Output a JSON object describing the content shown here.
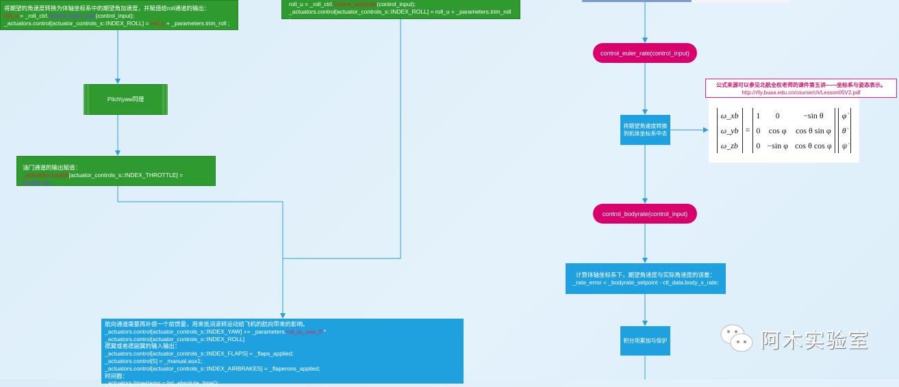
{
  "boxes": {
    "roll_assign": {
      "line1": "将期望的角速度转换为体轴坐标系中的期望角加速度，并赋值给roll通道的输出：",
      "l2a": "roll_u",
      "l2b": " = _roll_ctrl.",
      "l2c": "control_euler_rate",
      "l2d": "(control_input);",
      "l3a": "_actuators.control[actuator_controls_s::INDEX_ROLL] = ",
      "l3b": "roll_u",
      "l3c": " + _parameters.trim_roll ;"
    },
    "roll_bodyrate": {
      "l1a": "roll_u = _roll_ctrl.",
      "l1b": "control_bodyrate",
      "l1c": "(control_input);",
      "l2": "_actuators.control[actuator_controls_s::INDEX_ROLL] = roll_u + _parameters.trim_roll ;"
    },
    "pitch_yaw": {
      "label": "Pitch\\yaw同理"
    },
    "throttle": {
      "line1": "油门通道的输出赋值：",
      "l2a": "_actuators.control",
      "l2b": "[actuator_controls_s::INDEX_THROTTLE] = ",
      "l2c": "throttle_sp"
    },
    "yaw_ff": {
      "line1": "航向通道需要再补偿一个前馈量，用来抵消滚转运动给飞机的航向带来的影响。",
      "l2a": "_actuators.control[actuator_controls_s::INDEX_YAW] += _parameters.",
      "l2b": "roll_to_yaw_ff",
      "l2c": " * _actuators.control[actuator_controls_s::INDEX_ROLL]",
      "line3": "襟翼或者襟副翼的输入输出：",
      "line4": "_actuators.control[actuator_controls_s::INDEX_FLAPS] = _flaps_applied;",
      "line5": "_actuators.control[5] = _manual.aux1;",
      "line6": "_actuators.control[actuator_controls_s::INDEX_AIRBRAKES] = _flaperons_applied;",
      "line7": "时间戳：",
      "line8": "_actuators.timestamp = hrt_absolute_time();"
    },
    "euler_rate": {
      "label": "control_euler_rate(control_input)"
    },
    "convert": {
      "label": "将期望角速度转换到机体坐标系中去"
    },
    "bodyrate": {
      "label": "control_bodyrate(control_input)"
    },
    "rate_error": {
      "line1": "计算体轴坐标系下，期望角速度与实际角速度的误差：",
      "line2": "_rate_error = _bodyrate_setpoint - ctl_data.body_x_rate;"
    },
    "integral": {
      "label": "积分项累加与保护"
    }
  },
  "note": {
    "line1": "公式来源可以参见北航全权老师的课件第五讲——坐标系与姿态表示。",
    "line2": "http://rfly.buaa.edu.cn/course/ch/Lesson05V2.pdf"
  },
  "formula": {
    "lhs": [
      "ω_xb",
      "ω_yb",
      "ω_zb"
    ],
    "matrix": [
      [
        "1",
        "0",
        "−sin θ"
      ],
      [
        "0",
        "cos φ",
        "cos θ sin φ"
      ],
      [
        "0",
        "−sin φ",
        "cos θ cos φ"
      ]
    ],
    "rhs": [
      "φ̇",
      "θ̇",
      "ψ̇"
    ]
  },
  "watermark": {
    "text": "阿木实验室"
  },
  "colors": {
    "green": "#2f9a2f",
    "blue": "#1fa1e0",
    "pink": "#d8006c",
    "line": "#2a9fd8"
  }
}
